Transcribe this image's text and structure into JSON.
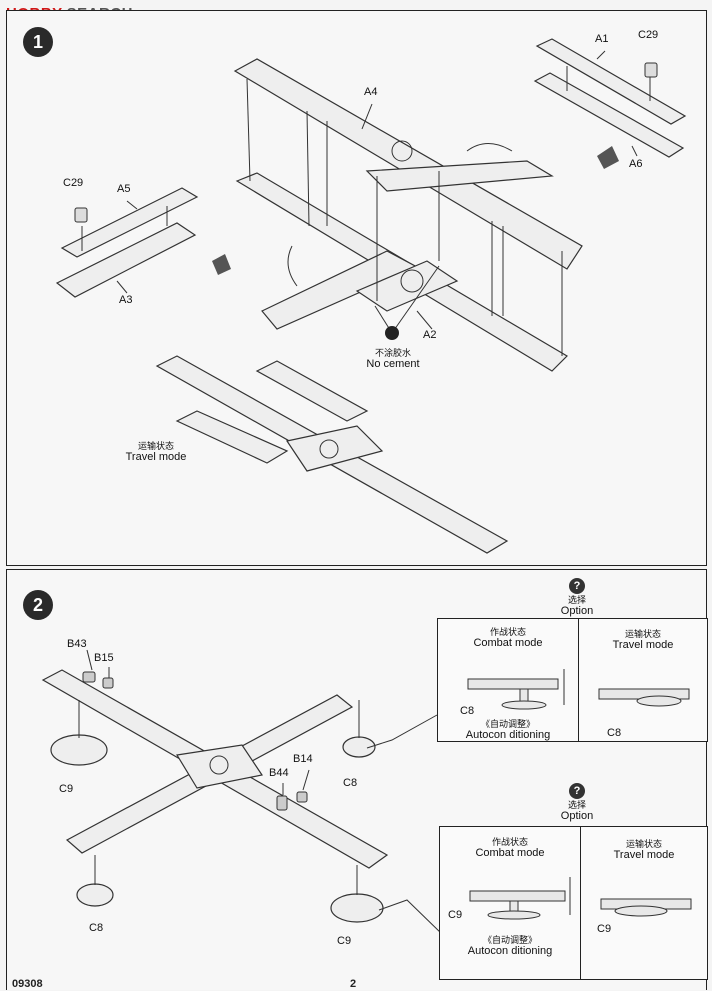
{
  "logo": {
    "brand": "HOBBY",
    "search": "SEARCH"
  },
  "step1": {
    "number": "1",
    "parts": {
      "A1": "A1",
      "A2": "A2",
      "A3": "A3",
      "A4": "A4",
      "A5": "A5",
      "A6": "A6",
      "C29a": "C29",
      "C29b": "C29"
    },
    "no_cement_cn": "不涂胶水",
    "no_cement_en": "No cement",
    "travel_cn": "运输状态",
    "travel_en": "Travel mode"
  },
  "step2": {
    "number": "2",
    "parts": {
      "B43": "B43",
      "B15": "B15",
      "B44": "B44",
      "B14": "B14",
      "C8a": "C8",
      "C8b": "C8",
      "C9a": "C9",
      "C9b": "C9"
    },
    "option_icon": "?",
    "option_cn": "选择",
    "option_en": "Option",
    "inset_a": {
      "combat_cn": "作战状态",
      "combat_en": "Combat mode",
      "travel_cn": "运输状态",
      "travel_en": "Travel mode",
      "part_combat": "C8",
      "part_travel": "C8",
      "auto_cn": "《自动调整》",
      "auto_en": "Autocon ditioning"
    },
    "inset_b": {
      "combat_cn": "作战状态",
      "combat_en": "Combat mode",
      "travel_cn": "运输状态",
      "travel_en": "Travel mode",
      "part_combat": "C9",
      "part_travel": "C9",
      "auto_cn": "《自动调整》",
      "auto_en": "Autocon ditioning"
    }
  },
  "footer": {
    "code": "09308",
    "page": "2"
  }
}
